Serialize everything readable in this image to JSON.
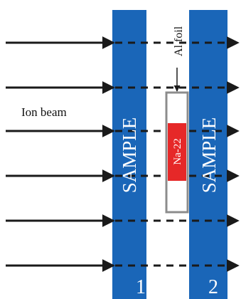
{
  "diagram": {
    "beam_label": "Ion beam",
    "foil_label": "Al foil",
    "source_label": "Na-22",
    "samples": [
      {
        "label": "SAMPLE",
        "number": "1"
      },
      {
        "label": "SAMPLE",
        "number": "2"
      }
    ],
    "colors": {
      "sample_fill": "#1a66b8",
      "sample_text": "#ffffff",
      "source_fill": "#e62828",
      "foil_border": "#8c8c8c",
      "arrow": "#1a1a1a"
    }
  }
}
